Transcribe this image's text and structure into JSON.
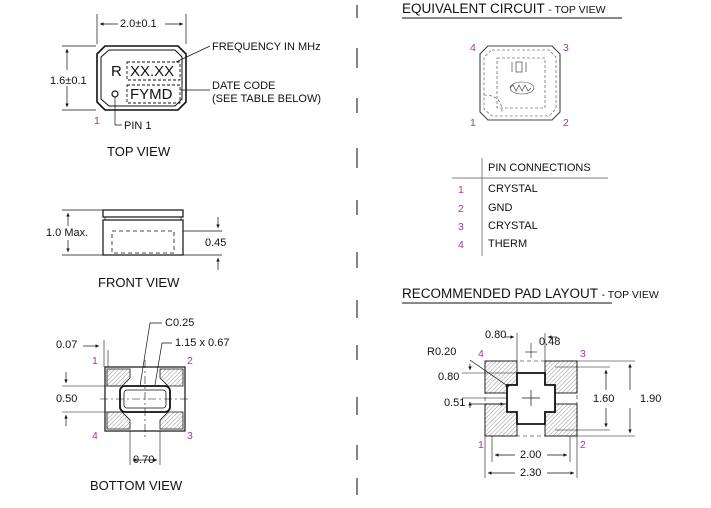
{
  "top_view": {
    "width_dim": "2.0±0.1",
    "height_dim": "1.6±0.1",
    "marking_line1_prefix": "R",
    "marking_line1": "XX.XX",
    "marking_line2": "FYMD",
    "freq_label": "FREQUENCY IN MHz",
    "date_label_1": "DATE CODE",
    "date_label_2": "(SEE TABLE BELOW)",
    "pin1_num": "1",
    "pin1_label": "PIN 1",
    "caption": "TOP VIEW"
  },
  "front_view": {
    "height_dim": "1.0 Max.",
    "pad_dim": "0.45",
    "caption": "FRONT VIEW"
  },
  "bottom_view": {
    "chamfer": "C0.25",
    "pad_size": "1.15 x 0.67",
    "dim_007": "0.07",
    "dim_050": "0.50",
    "dim_070": "0.70",
    "pin1": "1",
    "pin2": "2",
    "pin3": "3",
    "pin4": "4",
    "caption": "BOTTOM VIEW"
  },
  "equiv_circuit": {
    "title": "EQUIVALENT CIRCUIT",
    "suffix": "- TOP VIEW",
    "pin1": "1",
    "pin2": "2",
    "pin3": "3",
    "pin4": "4"
  },
  "pin_connections": {
    "header": "PIN CONNECTIONS",
    "rows": [
      {
        "num": "1",
        "name": "CRYSTAL"
      },
      {
        "num": "2",
        "name": "GND"
      },
      {
        "num": "3",
        "name": "CRYSTAL"
      },
      {
        "num": "4",
        "name": "THERM"
      }
    ]
  },
  "pad_layout": {
    "title": "RECOMMENDED PAD LAYOUT",
    "suffix": "- TOP VIEW",
    "dim_080_top": "0.80",
    "dim_048": "0.48",
    "radius": "R0.20",
    "dim_080_left": "0.80",
    "dim_051": "0.51",
    "dim_160": "1.60",
    "dim_190": "1.90",
    "dim_200": "2.00",
    "dim_230": "2.30",
    "pin1": "1",
    "pin2": "2",
    "pin3": "3",
    "pin4": "4"
  },
  "colors": {
    "pin_number": "#b0349a",
    "line": "#111111",
    "hatch": "#777777"
  }
}
